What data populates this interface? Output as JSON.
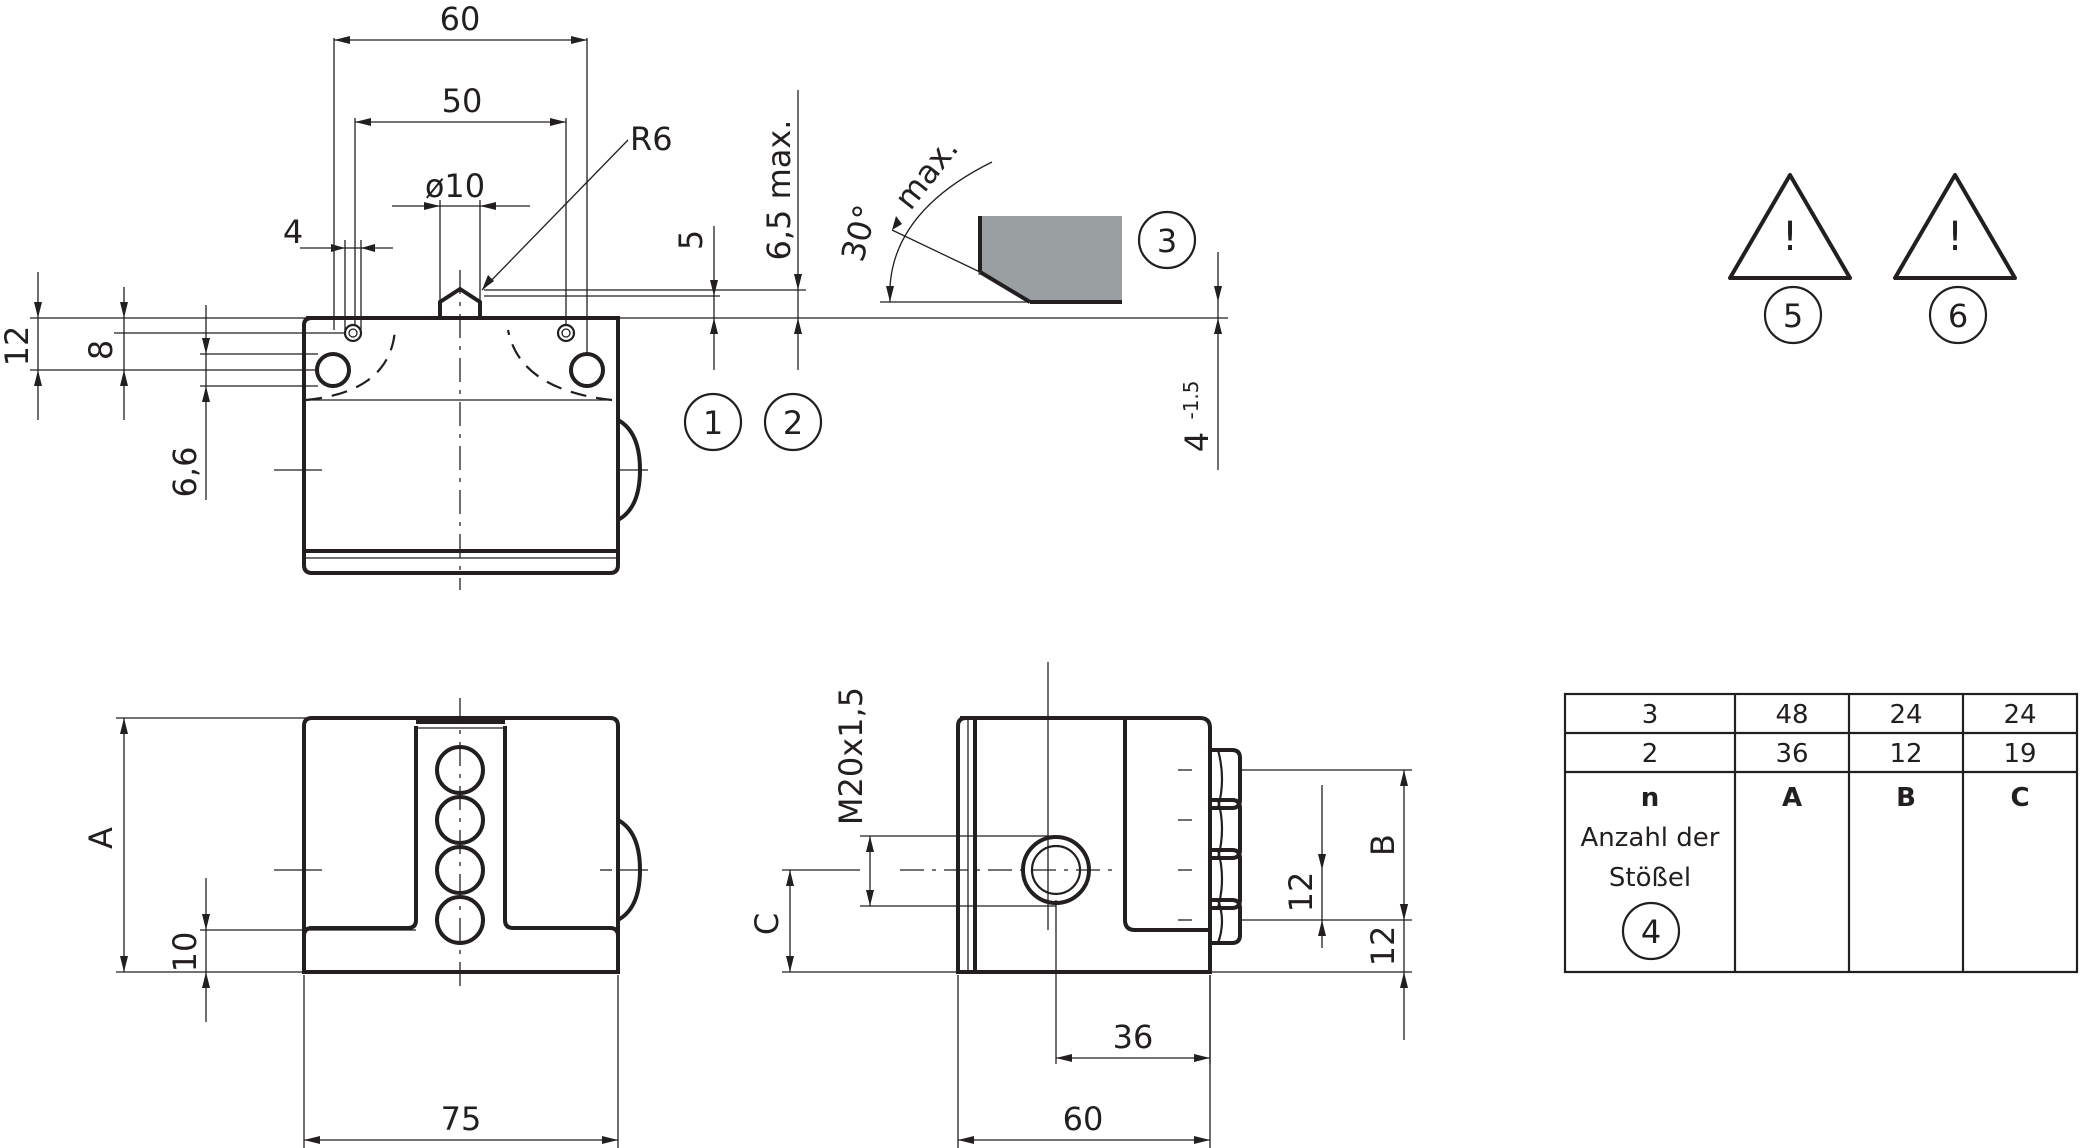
{
  "dimensions": {
    "d60_top": "60",
    "d50": "50",
    "r6": "R6",
    "d10": "ø10",
    "d4": "4",
    "d12": "12",
    "d8": "8",
    "d6_6": "6,6",
    "d5": "5",
    "d6_5max": "6,5 max.",
    "angle_30": "30°",
    "angle_max": "max.",
    "d4_tol_main": "4",
    "d4_tol_sub": "-1.5",
    "dA": "A",
    "d10_bottom": "10",
    "d75": "75",
    "dM20": "M20x1,5",
    "dC": "C",
    "dB": "B",
    "d12_r1": "12",
    "d12_r2": "12",
    "d36": "36",
    "d60_bottom": "60"
  },
  "callouts": {
    "c1": "1",
    "c2": "2",
    "c3": "3",
    "c4": "4",
    "c5": "5",
    "c6": "6"
  },
  "warnings": {
    "symbol": "!",
    "icon": "warning-triangle-icon"
  },
  "table": {
    "rows": [
      [
        "3",
        "48",
        "24",
        "24"
      ],
      [
        "2",
        "36",
        "12",
        "19"
      ]
    ],
    "header": [
      "n",
      "A",
      "B",
      "C"
    ],
    "header_sub_line1": "Anzahl der",
    "header_sub_line2": "Stößel"
  },
  "colors": {
    "line": "#231f20",
    "actuator_fill": "#9aa0a2"
  }
}
